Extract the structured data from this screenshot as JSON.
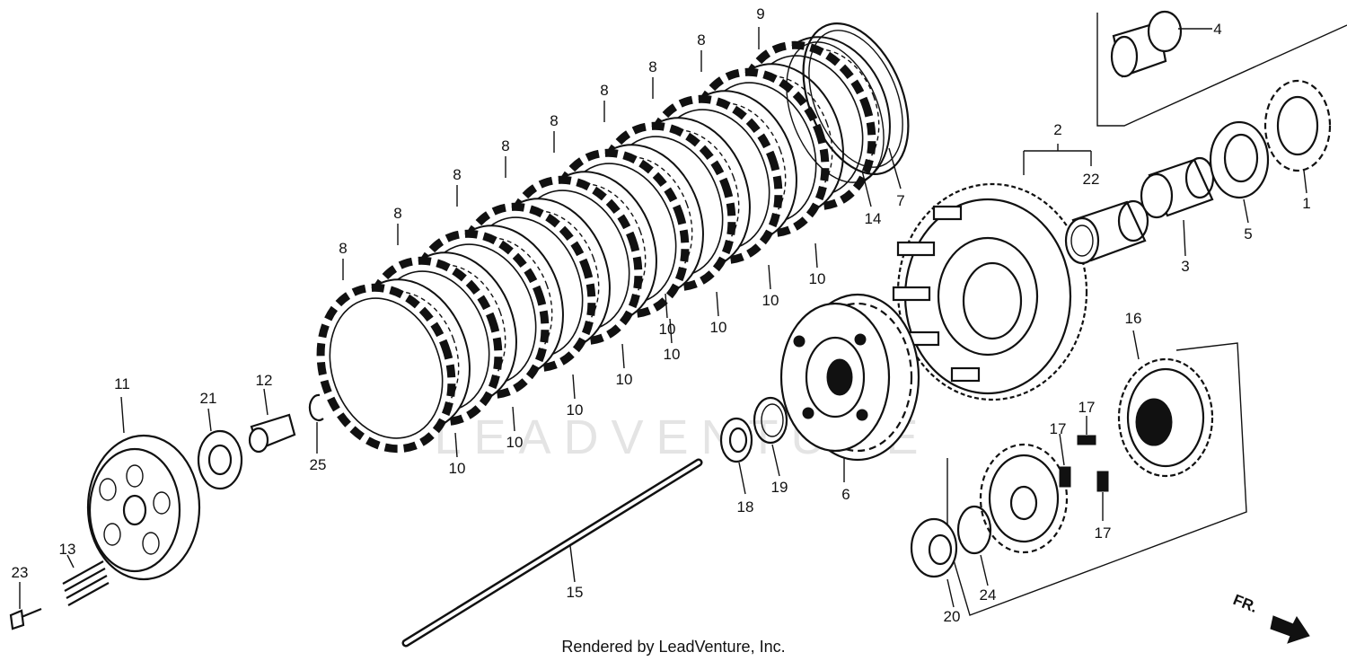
{
  "callouts": {
    "p1": "1",
    "p2": "2",
    "p3": "3",
    "p4": "4",
    "p5": "5",
    "p6": "6",
    "p7": "7",
    "p8": "8",
    "p9": "9",
    "p10": "10",
    "p11": "11",
    "p12": "12",
    "p13": "13",
    "p14": "14",
    "p15": "15",
    "p16": "16",
    "p17": "17",
    "p18": "18",
    "p19": "19",
    "p20": "20",
    "p21": "21",
    "p22": "22",
    "p23": "23",
    "p24": "24",
    "p25": "25"
  },
  "direction_label": "FR.",
  "footer": "Rendered by LeadVenture, Inc.",
  "watermark": "LEADVENTURE"
}
